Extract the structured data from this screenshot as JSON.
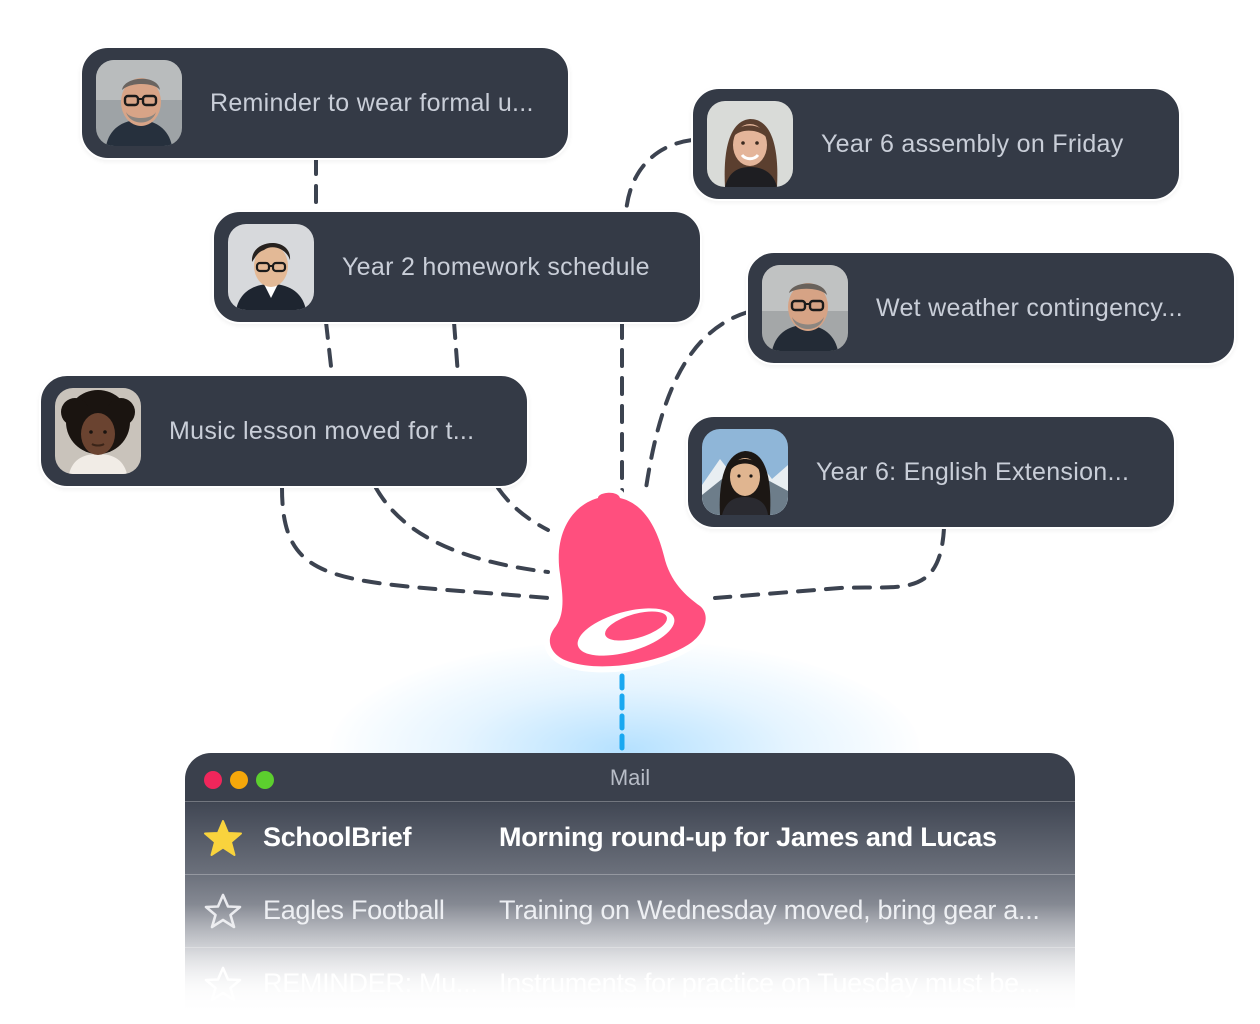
{
  "notifications": [
    {
      "id": "formal",
      "text": "Reminder to wear formal u..."
    },
    {
      "id": "assembly",
      "text": "Year 6 assembly on Friday"
    },
    {
      "id": "homework",
      "text": "Year 2 homework schedule"
    },
    {
      "id": "weather",
      "text": "Wet weather contingency..."
    },
    {
      "id": "music",
      "text": "Music lesson moved for t..."
    },
    {
      "id": "english",
      "text": "Year 6: English Extension..."
    }
  ],
  "mail": {
    "window_title": "Mail",
    "rows": [
      {
        "sender": "SchoolBrief",
        "subject": "Morning round-up for James and Lucas",
        "starred": true
      },
      {
        "sender": "Eagles Football",
        "subject": "Training on Wednesday moved, bring gear a...",
        "starred": false
      },
      {
        "sender": "REMINDER: Mu...",
        "subject": "Instruments for practice on Tuesday must be...",
        "starred": false
      }
    ]
  },
  "colors": {
    "card_bg": "#343a46",
    "bell": "#ff4f7e",
    "connector": "#3c4350",
    "connector_active": "#1aa8f0",
    "dot_close": "#f0265b",
    "dot_min": "#f5a70a",
    "dot_max": "#5ccf2e",
    "star_filled": "#f9d33d"
  }
}
